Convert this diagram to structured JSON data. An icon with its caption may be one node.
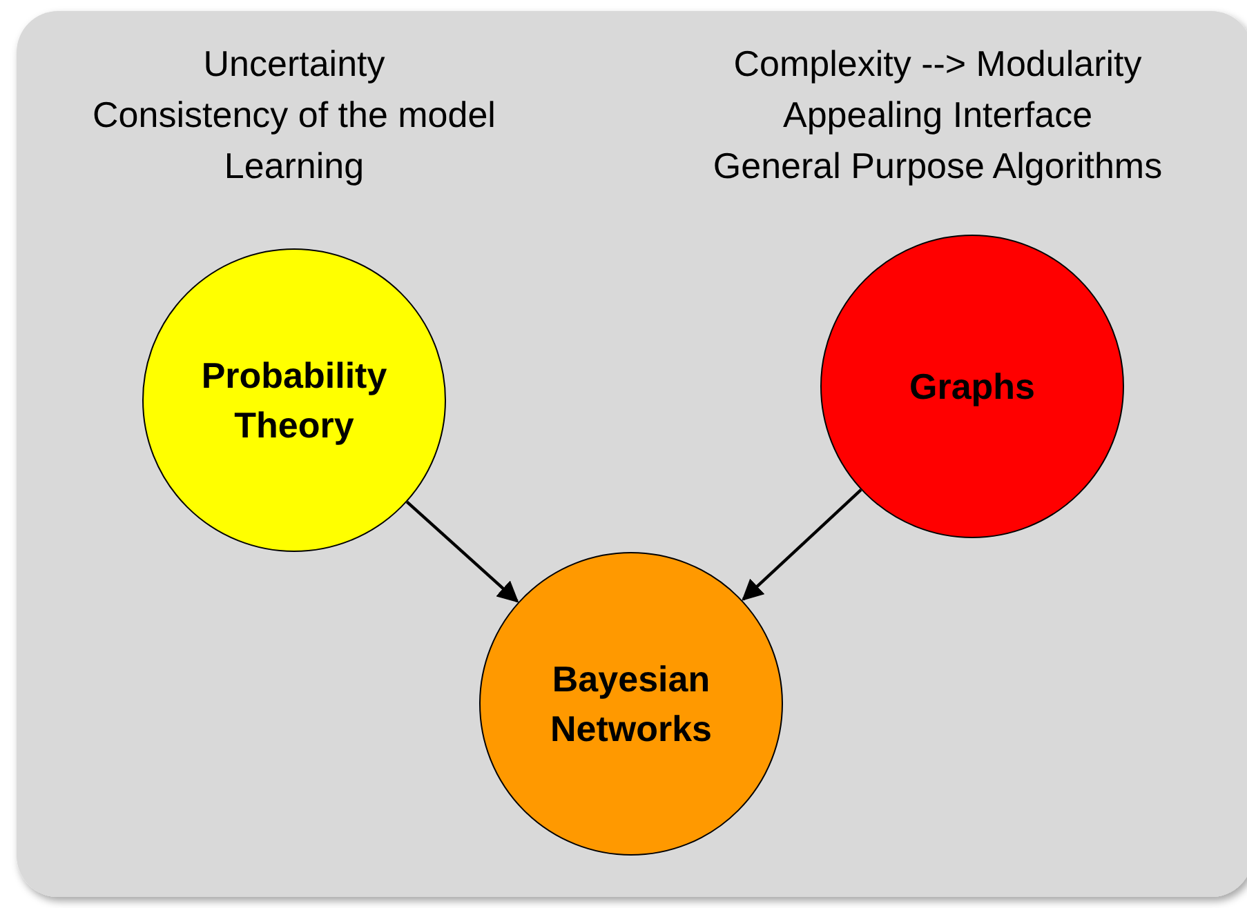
{
  "diagram": {
    "nodes": [
      {
        "text": [
          "Probability Theory"
        ],
        "beside": [
          "Uncertainty",
          "Consistency of the model",
          "Learning"
        ]
      },
      {
        "text": [
          "Graphs"
        ],
        "beside": [
          "Complexity --> Modularity",
          "Appealing Interface",
          "General Purpose Algorithms"
        ]
      },
      {
        "text": [
          "Bayesian Networks"
        ]
      }
    ],
    "edges": [
      {
        "from": 0,
        "to": 2,
        "arrow": "to"
      },
      {
        "from": 1,
        "to": 2,
        "arrow": "to"
      }
    ]
  }
}
